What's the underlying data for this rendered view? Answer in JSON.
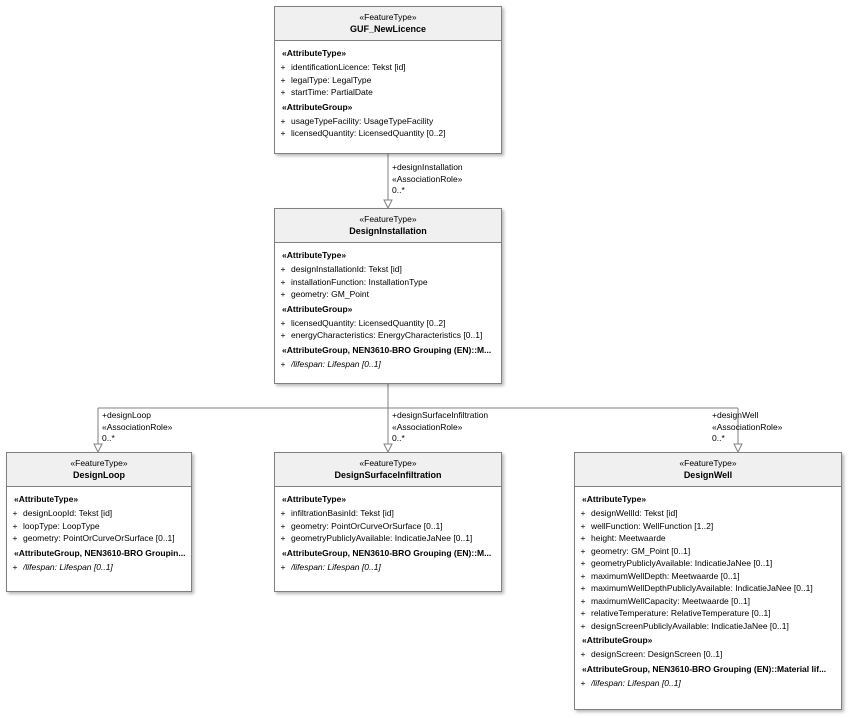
{
  "diagram": {
    "title": "UML class diagram",
    "classes": [
      {
        "id": "guf",
        "stereotype": "«FeatureType»",
        "name": "GUF_NewLicence",
        "sections": [
          {
            "label": "«AttributeType»",
            "attributes": [
              {
                "vis": "+",
                "text": "identificationLicence: Tekst [id]"
              },
              {
                "vis": "+",
                "text": "legalType: LegalType"
              },
              {
                "vis": "+",
                "text": "startTime: PartialDate"
              }
            ]
          },
          {
            "label": "«AttributeGroup»",
            "attributes": [
              {
                "vis": "+",
                "text": "usageTypeFacility: UsageTypeFacility"
              },
              {
                "vis": "+",
                "text": "licensedQuantity: LicensedQuantity [0..2]"
              }
            ]
          }
        ]
      },
      {
        "id": "designinstallation",
        "stereotype": "«FeatureType»",
        "name": "DesignInstallation",
        "sections": [
          {
            "label": "«AttributeType»",
            "attributes": [
              {
                "vis": "+",
                "text": "designInstallationId: Tekst [id]"
              },
              {
                "vis": "+",
                "text": "installationFunction: InstallationType"
              },
              {
                "vis": "+",
                "text": "geometry: GM_Point"
              }
            ]
          },
          {
            "label": "«AttributeGroup»",
            "attributes": [
              {
                "vis": "+",
                "text": "licensedQuantity: LicensedQuantity [0..2]"
              },
              {
                "vis": "+",
                "text": "energyCharacteristics: EnergyCharacteristics [0..1]"
              }
            ]
          },
          {
            "label": "«AttributeGroup, NEN3610-BRO Grouping (EN)::M...",
            "attributes": [
              {
                "vis": "+",
                "text": "/lifespan: Lifespan [0..1]",
                "derived": true
              }
            ]
          }
        ]
      },
      {
        "id": "designloop",
        "stereotype": "«FeatureType»",
        "name": "DesignLoop",
        "sections": [
          {
            "label": "«AttributeType»",
            "attributes": [
              {
                "vis": "+",
                "text": "designLoopId: Tekst [id]"
              },
              {
                "vis": "+",
                "text": "loopType: LoopType"
              },
              {
                "vis": "+",
                "text": "geometry: PointOrCurveOrSurface [0..1]"
              }
            ]
          },
          {
            "label": "«AttributeGroup, NEN3610-BRO Groupin...",
            "attributes": [
              {
                "vis": "+",
                "text": "/lifespan: Lifespan [0..1]",
                "derived": true
              }
            ]
          }
        ]
      },
      {
        "id": "designsurfaceinfiltration",
        "stereotype": "«FeatureType»",
        "name": "DesignSurfaceInfiltration",
        "sections": [
          {
            "label": "«AttributeType»",
            "attributes": [
              {
                "vis": "+",
                "text": "infiltrationBasinId: Tekst [id]"
              },
              {
                "vis": "+",
                "text": "geometry: PointOrCurveOrSurface [0..1]"
              },
              {
                "vis": "+",
                "text": "geometryPubliclyAvailable: IndicatieJaNee [0..1]"
              }
            ]
          },
          {
            "label": "«AttributeGroup, NEN3610-BRO Grouping (EN)::M...",
            "attributes": [
              {
                "vis": "+",
                "text": "/lifespan: Lifespan [0..1]",
                "derived": true
              }
            ]
          }
        ]
      },
      {
        "id": "designwell",
        "stereotype": "«FeatureType»",
        "name": "DesignWell",
        "sections": [
          {
            "label": "«AttributeType»",
            "attributes": [
              {
                "vis": "+",
                "text": "designWellId: Tekst [id]"
              },
              {
                "vis": "+",
                "text": "wellFunction: WellFunction [1..2]"
              },
              {
                "vis": "+",
                "text": "height: Meetwaarde"
              },
              {
                "vis": "+",
                "text": "geometry: GM_Point [0..1]"
              },
              {
                "vis": "+",
                "text": "geometryPubliclyAvailable: IndicatieJaNee [0..1]"
              },
              {
                "vis": "+",
                "text": "maximumWellDepth: Meetwaarde [0..1]"
              },
              {
                "vis": "+",
                "text": "maximumWellDepthPubliclyAvailable: IndicatieJaNee [0..1]"
              },
              {
                "vis": "+",
                "text": "maximumWellCapacity: Meetwaarde [0..1]"
              },
              {
                "vis": "+",
                "text": "relativeTemperature: RelativeTemperature [0..1]"
              },
              {
                "vis": "+",
                "text": "designScreenPubliclyAvailable: IndicatieJaNee [0..1]"
              }
            ]
          },
          {
            "label": "«AttributeGroup»",
            "attributes": [
              {
                "vis": "+",
                "text": "designScreen: DesignScreen [0..1]"
              }
            ]
          },
          {
            "label": "«AttributeGroup, NEN3610-BRO Grouping (EN)::Material lif...",
            "attributes": [
              {
                "vis": "+",
                "text": "/lifespan: Lifespan [0..1]",
                "derived": true
              }
            ]
          }
        ]
      }
    ],
    "associations": [
      {
        "id": "designinstallation-assoc",
        "role": "+designInstallation",
        "stereotype": "«AssociationRole»",
        "multiplicity": "0..*"
      },
      {
        "id": "designloop-assoc",
        "role": "+designLoop",
        "stereotype": "«AssociationRole»",
        "multiplicity": "0..*"
      },
      {
        "id": "designsurfaceinfiltration-assoc",
        "role": "+designSurfaceInfiltration",
        "stereotype": "«AssociationRole»",
        "multiplicity": "0..*"
      },
      {
        "id": "designwell-assoc",
        "role": "+designWell",
        "stereotype": "«AssociationRole»",
        "multiplicity": "0..*"
      }
    ]
  }
}
